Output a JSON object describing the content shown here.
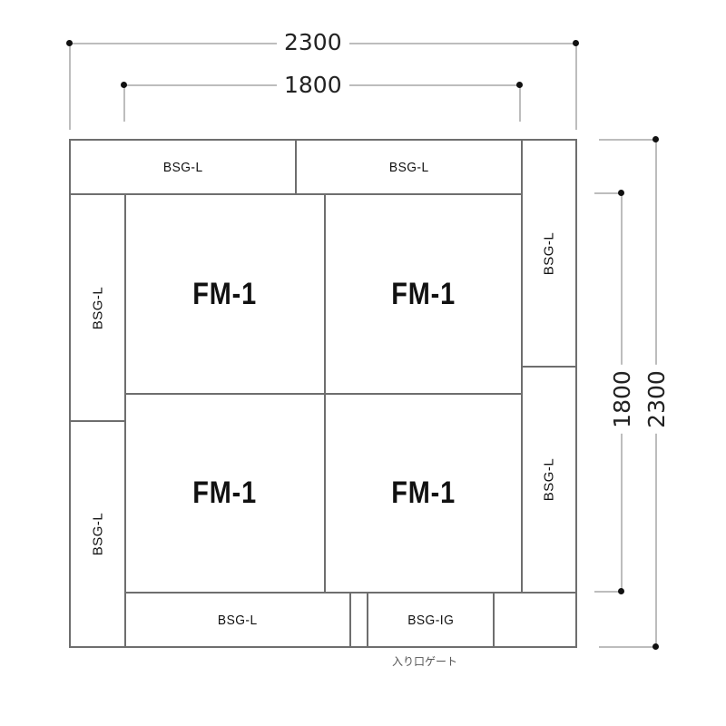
{
  "dimensions": {
    "top_outer": "2300",
    "top_inner": "1800",
    "right_inner": "1800",
    "right_outer": "2300"
  },
  "panels": {
    "top_left": "BSG-L",
    "top_right": "BSG-L",
    "left_upper": "BSG-L",
    "left_lower": "BSG-L",
    "right_upper": "BSG-L",
    "right_lower": "BSG-L",
    "bottom_left": "BSG-L",
    "bottom_gate": "BSG-IG",
    "floor_tl": "FM-1",
    "floor_tr": "FM-1",
    "floor_bl": "FM-1",
    "floor_br": "FM-1"
  },
  "annotations": {
    "entrance_gate": "入り口ゲート"
  },
  "colors": {
    "outline": "#6e6e6e",
    "dimension_line": "#bdbdbd",
    "text": "#111111"
  }
}
